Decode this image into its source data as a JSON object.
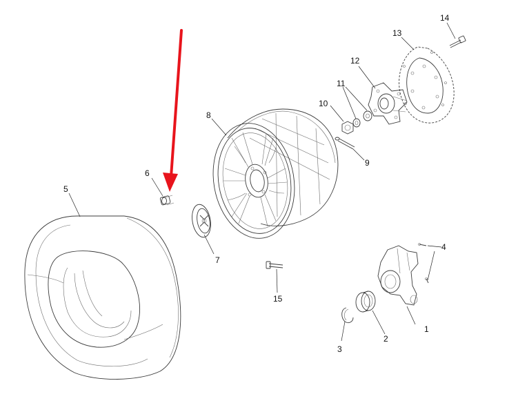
{
  "arrow_color": "#e8141c",
  "labels": {
    "p1": "1",
    "p2": "2",
    "p3": "3",
    "p4": "4",
    "p5": "5",
    "p6": "6",
    "p7": "7",
    "p8": "8",
    "p9": "9",
    "p10": "10",
    "p11": "11",
    "p12": "12",
    "p13": "13",
    "p14": "14",
    "p15": "15"
  }
}
